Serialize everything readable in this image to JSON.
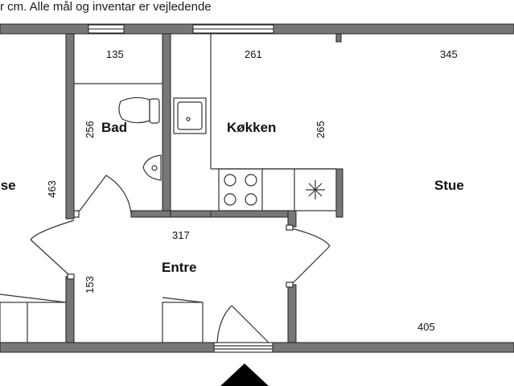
{
  "caption": "r cm. Alle mål og inventar er vejledende",
  "rooms": {
    "bad": "Bad",
    "kokken": "Køkken",
    "stue": "Stue",
    "entre": "Entre",
    "vaerelse": "lse"
  },
  "dimensions": {
    "bad_width": "135",
    "kitchen_width": "261",
    "stue_width": "345",
    "bad_height": "256",
    "kitchen_height": "265",
    "left_room_height": "463",
    "entre_width": "317",
    "entre_height": "153",
    "stue_bottom": "405"
  },
  "colors": {
    "wall": "#777777",
    "wall_edge": "#222222",
    "line": "#333333",
    "entrance_arrow": "#000000"
  }
}
